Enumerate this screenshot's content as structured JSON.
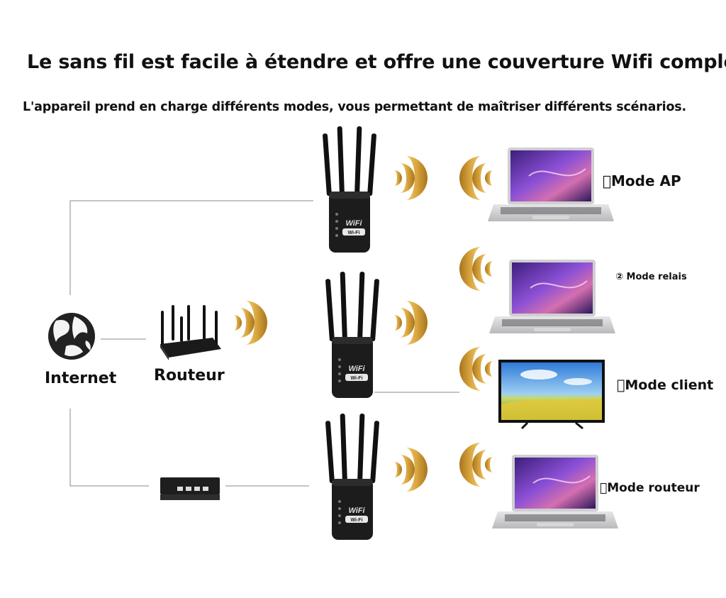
{
  "header": {
    "title": "Le sans fil est facile à étendre et offre une couverture Wifi complète",
    "subtitle": "L'appareil prend en charge différents modes, vous permettant de maîtriser différents scénarios."
  },
  "nodes": {
    "internet_label": "Internet",
    "router_label": "Routeur",
    "repeater_brand": "WiFi",
    "repeater_button": "Wi-Fi"
  },
  "modes": [
    {
      "label": "\u0000Mode AP"
    },
    {
      "label": "② Mode relais"
    },
    {
      "label": "\u0000Mode client"
    },
    {
      "label": "\u0000Mode routeur"
    }
  ],
  "colors": {
    "wave_gold": "#d9a640",
    "device_black": "#1c1c1c",
    "line_gray": "#888888",
    "screen_purple": "#6b3fb8"
  }
}
